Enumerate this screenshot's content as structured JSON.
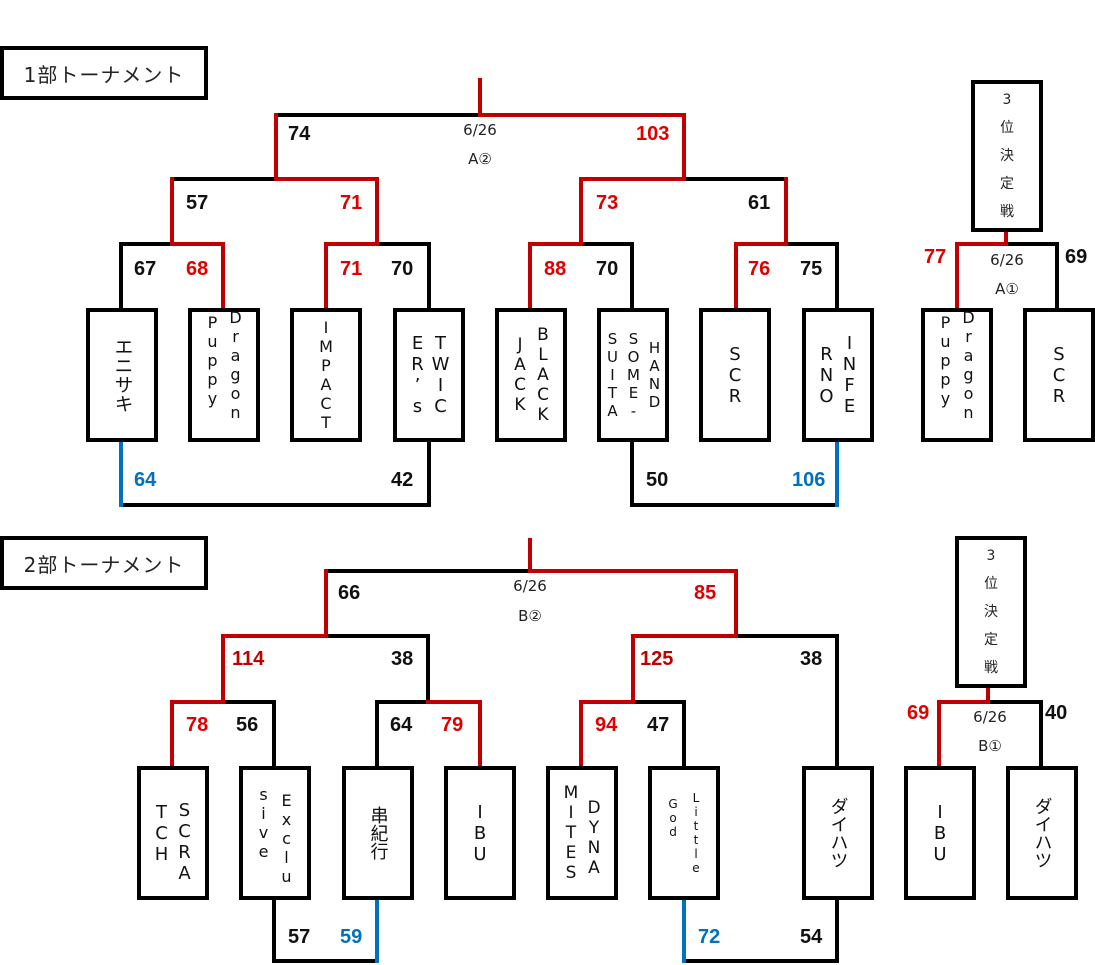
{
  "colors": {
    "winner_line": "#c00000",
    "winner_score": "#e00000",
    "third_line": "#0070c0",
    "line": "#000000"
  },
  "div1": {
    "title": "1部トーナメント",
    "final": {
      "date": "6/26",
      "court": "A②",
      "left_score": "74",
      "right_score": "103"
    },
    "semis": [
      {
        "left_score": "57",
        "right_score": "71"
      },
      {
        "left_score": "73",
        "right_score": "61"
      }
    ],
    "r1": [
      {
        "left_score": "67",
        "right_score": "68"
      },
      {
        "left_score": "71",
        "right_score": "70"
      },
      {
        "left_score": "88",
        "right_score": "70"
      },
      {
        "left_score": "76",
        "right_score": "75"
      }
    ],
    "teams": [
      {
        "name": "エニサキ",
        "lines": [
          "エニサキ"
        ]
      },
      {
        "name": "Dragon Puppy",
        "lines": [
          "Dragon",
          "Puppy"
        ]
      },
      {
        "name": "IMPACT",
        "lines": [
          "IMPACT"
        ]
      },
      {
        "name": "TWIC ER's",
        "lines": [
          "TWIC",
          "ER’s"
        ]
      },
      {
        "name": "BLACK JACK",
        "lines": [
          "BLACK",
          "JACK"
        ]
      },
      {
        "name": "HAND SOME- SUITA",
        "lines": [
          "HAND",
          "SOME-",
          "SUITA"
        ]
      },
      {
        "name": "SCR",
        "lines": [
          "SCR"
        ]
      },
      {
        "name": "INFE RNO",
        "lines": [
          "INFE",
          "RNO"
        ]
      }
    ],
    "consolation": [
      {
        "left_score": "64",
        "right_score": "42"
      },
      {
        "left_score": "50",
        "right_score": "106"
      }
    ],
    "third_place": {
      "label": "3位決定戦",
      "label_chars": [
        "3",
        "位",
        "決",
        "定",
        "戦"
      ],
      "date": "6/26",
      "court": "A①",
      "left_score": "77",
      "right_score": "69",
      "teams": [
        {
          "name": "Dragon Puppy",
          "lines": [
            "Dragon",
            "Puppy"
          ]
        },
        {
          "name": "SCR",
          "lines": [
            "SCR"
          ]
        }
      ]
    }
  },
  "div2": {
    "title": "2部トーナメント",
    "final": {
      "date": "6/26",
      "court": "B②",
      "left_score": "66",
      "right_score": "85"
    },
    "semis": [
      {
        "left_score": "114",
        "right_score": "38"
      },
      {
        "left_score": "125",
        "right_score": "38"
      }
    ],
    "r1": [
      {
        "left_score": "78",
        "right_score": "56"
      },
      {
        "left_score": "64",
        "right_score": "79"
      },
      {
        "left_score": "94",
        "right_score": "47"
      }
    ],
    "teams": [
      {
        "name": "SCRA TCH",
        "lines": [
          "SCRA",
          "TCH"
        ]
      },
      {
        "name": "Exclu sive",
        "lines": [
          "Exclu",
          "sive"
        ]
      },
      {
        "name": "串紀行",
        "lines": [
          "串紀行"
        ]
      },
      {
        "name": "IBU",
        "lines": [
          "IBU"
        ]
      },
      {
        "name": "DYNA MITES",
        "lines": [
          "DYNA",
          "MITES"
        ]
      },
      {
        "name": "Little God",
        "lines": [
          "Little",
          "God"
        ]
      },
      {
        "name": "ダイハツ",
        "lines": [
          "ダイハツ"
        ]
      }
    ],
    "consolation": [
      {
        "left_score": "57",
        "right_score": "59"
      },
      {
        "left_score": "72",
        "right_score": "54"
      }
    ],
    "third_place": {
      "label": "3位決定戦",
      "label_chars": [
        "3",
        "位",
        "決",
        "定",
        "戦"
      ],
      "date": "6/26",
      "court": "B①",
      "left_score": "69",
      "right_score": "40",
      "teams": [
        {
          "name": "IBU",
          "lines": [
            "IBU"
          ]
        },
        {
          "name": "ダイハツ",
          "lines": [
            "ダイハツ"
          ]
        }
      ]
    }
  }
}
